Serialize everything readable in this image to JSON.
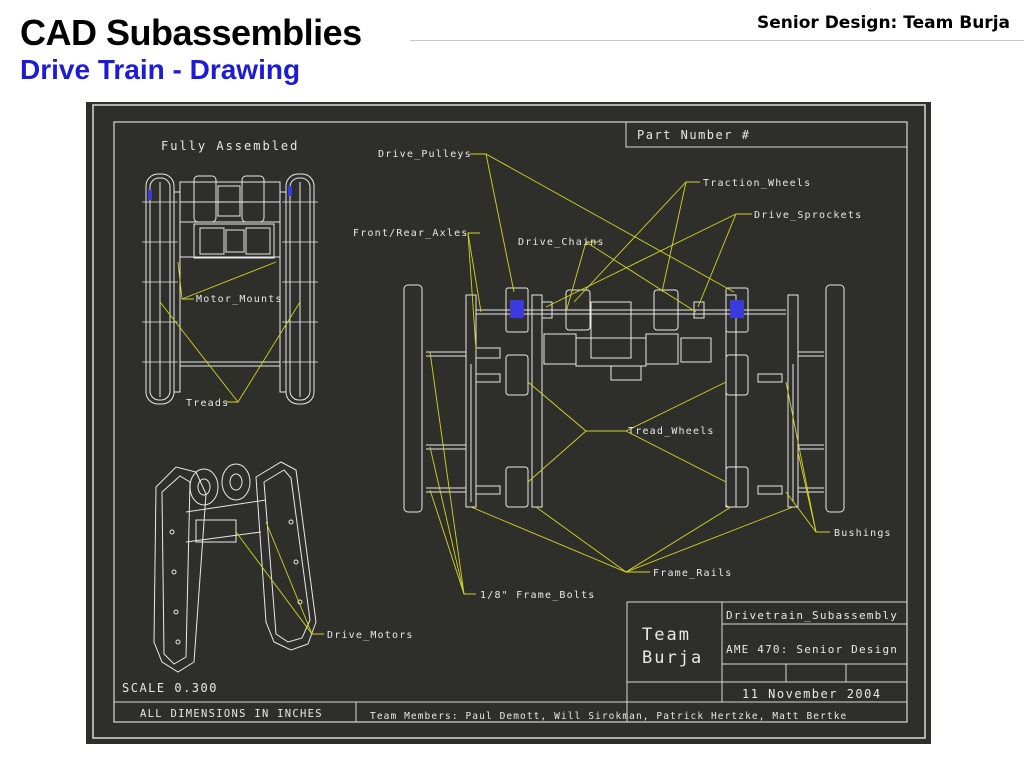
{
  "header": {
    "title": "CAD Subassemblies",
    "subtitle": "Drive Train - Drawing",
    "team_label": "Senior Design: Team Burja"
  },
  "drawing": {
    "view_label": "Fully Assembled",
    "part_number_label": "Part Number #",
    "callouts": {
      "drive_pulleys": "Drive_Pulleys",
      "traction_wheels": "Traction_Wheels",
      "drive_sprockets": "Drive_Sprockets",
      "front_rear_axles": "Front/Rear_Axles",
      "drive_chains": "Drive_Chains",
      "motor_mounts": "Motor_Mounts",
      "treads": "Treads",
      "tread_wheels": "Tread_Wheels",
      "bushings": "Bushings",
      "frame_rails": "Frame_Rails",
      "frame_bolts": "1/8\" Frame_Bolts",
      "drive_motors": "Drive_Motors"
    },
    "scale_label": "SCALE  0.300",
    "dimensions_note": "ALL DIMENSIONS IN INCHES",
    "title_block": {
      "team_line1": "Team",
      "team_line2": "Burja",
      "assembly_name": "Drivetrain_Subassembly",
      "course": "AME 470: Senior Design",
      "date": "11 November 2004",
      "members": "Team Members: Paul Demott, Will Sirokman, Patrick Hertzke, Matt Bertke"
    }
  }
}
